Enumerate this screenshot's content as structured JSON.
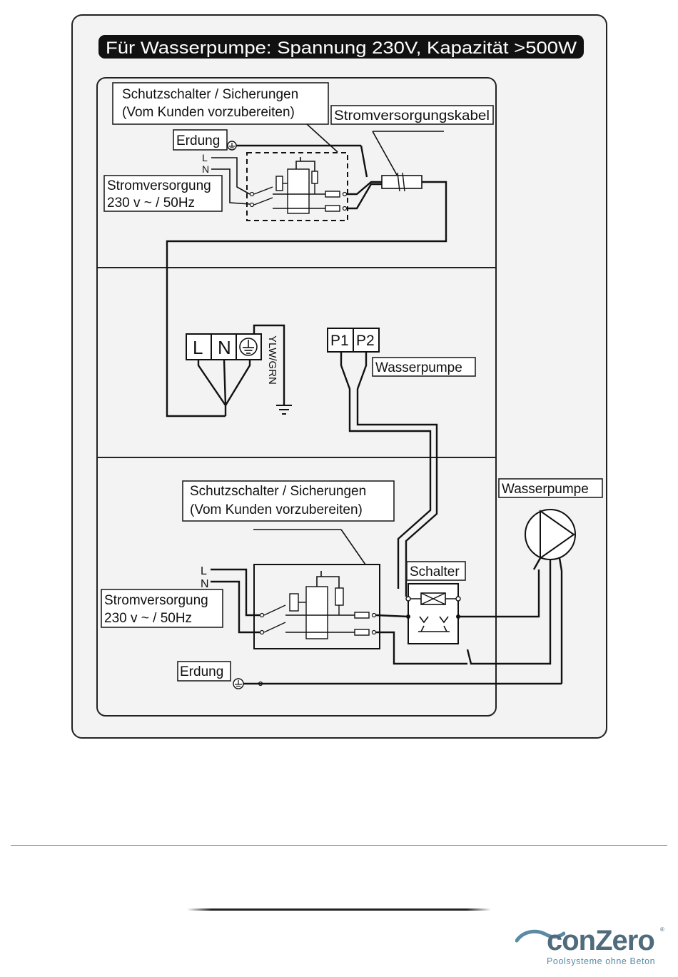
{
  "header": {
    "title": "Für Wasserpumpe: Spannung 230V, Kapazität >500W"
  },
  "section1": {
    "breaker_line1": "Schutzschalter / Sicherungen",
    "breaker_line2": "(Vom Kunden vorzubereiten)",
    "cable": "Stromversorgungskabel",
    "earth": "Erdung",
    "l": "L",
    "n": "N",
    "supply_line1": "Stromversorgung",
    "supply_line2": "230 v ~ / 50Hz"
  },
  "section2": {
    "terminal_l": "L",
    "terminal_n": "N",
    "ground_wire": "YLW/GRN",
    "p1": "P1",
    "p2": "P2",
    "pump": "Wasserpumpe"
  },
  "section3": {
    "breaker_line1": "Schutzschalter / Sicherungen",
    "breaker_line2": "(Vom Kunden vorzubereiten)",
    "l": "L",
    "n": "N",
    "supply_line1": "Stromversorgung",
    "supply_line2": "230 v ~ / 50Hz",
    "switch": "Schalter",
    "earth": "Erdung",
    "pump": "Wasserpumpe"
  },
  "footer": {
    "brand": "conZero",
    "tagline": "Poolsysteme ohne Beton",
    "registered": "®"
  },
  "colors": {
    "title_bg": "#111111",
    "title_fg": "#ffffff",
    "panel": "#f3f3f3",
    "brand": "#4f6b7c",
    "rule": "#6a9bb1"
  }
}
